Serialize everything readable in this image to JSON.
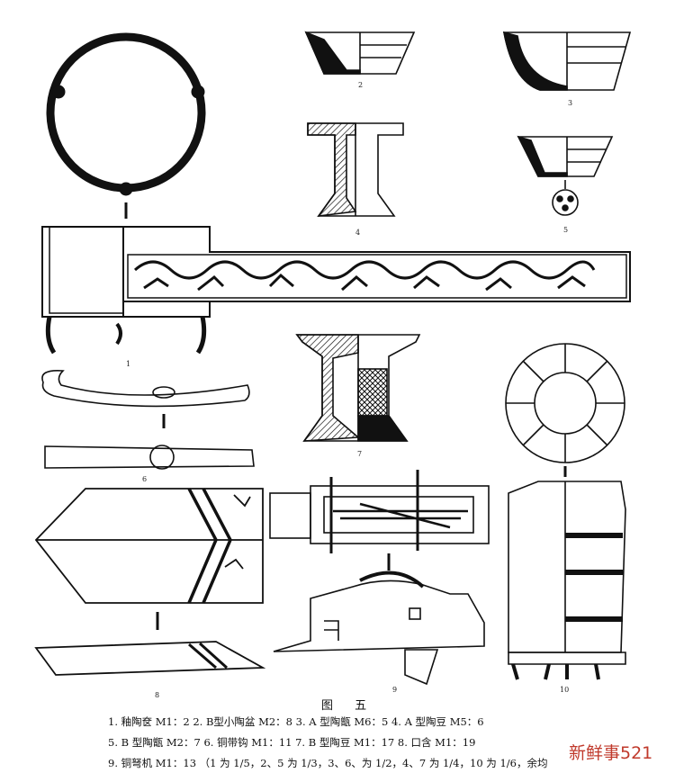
{
  "plate": {
    "title": "图 五",
    "figure_numbers": [
      "1",
      "2",
      "3",
      "4",
      "5",
      "6",
      "7",
      "8",
      "9",
      "10"
    ],
    "caption_lines": [
      "1. 釉陶奁 M1：2   2. B型小陶盆 M2：8   3. A 型陶甑 M6：5   4. A 型陶豆 M5：6",
      "5. B 型陶甑 M2：7   6. 铜带钩 M1：11   7. B 型陶豆 M1：17   8. 口含 M1：19",
      "9. 铜弩机 M1：13 （1 为 1/5，2、5 为 1/3，3、6、为 1/2，4、7 为 1/4，10 为 1/6，余均"
    ]
  },
  "watermark": {
    "text": "新鲜事521",
    "color": "#c0392b"
  }
}
